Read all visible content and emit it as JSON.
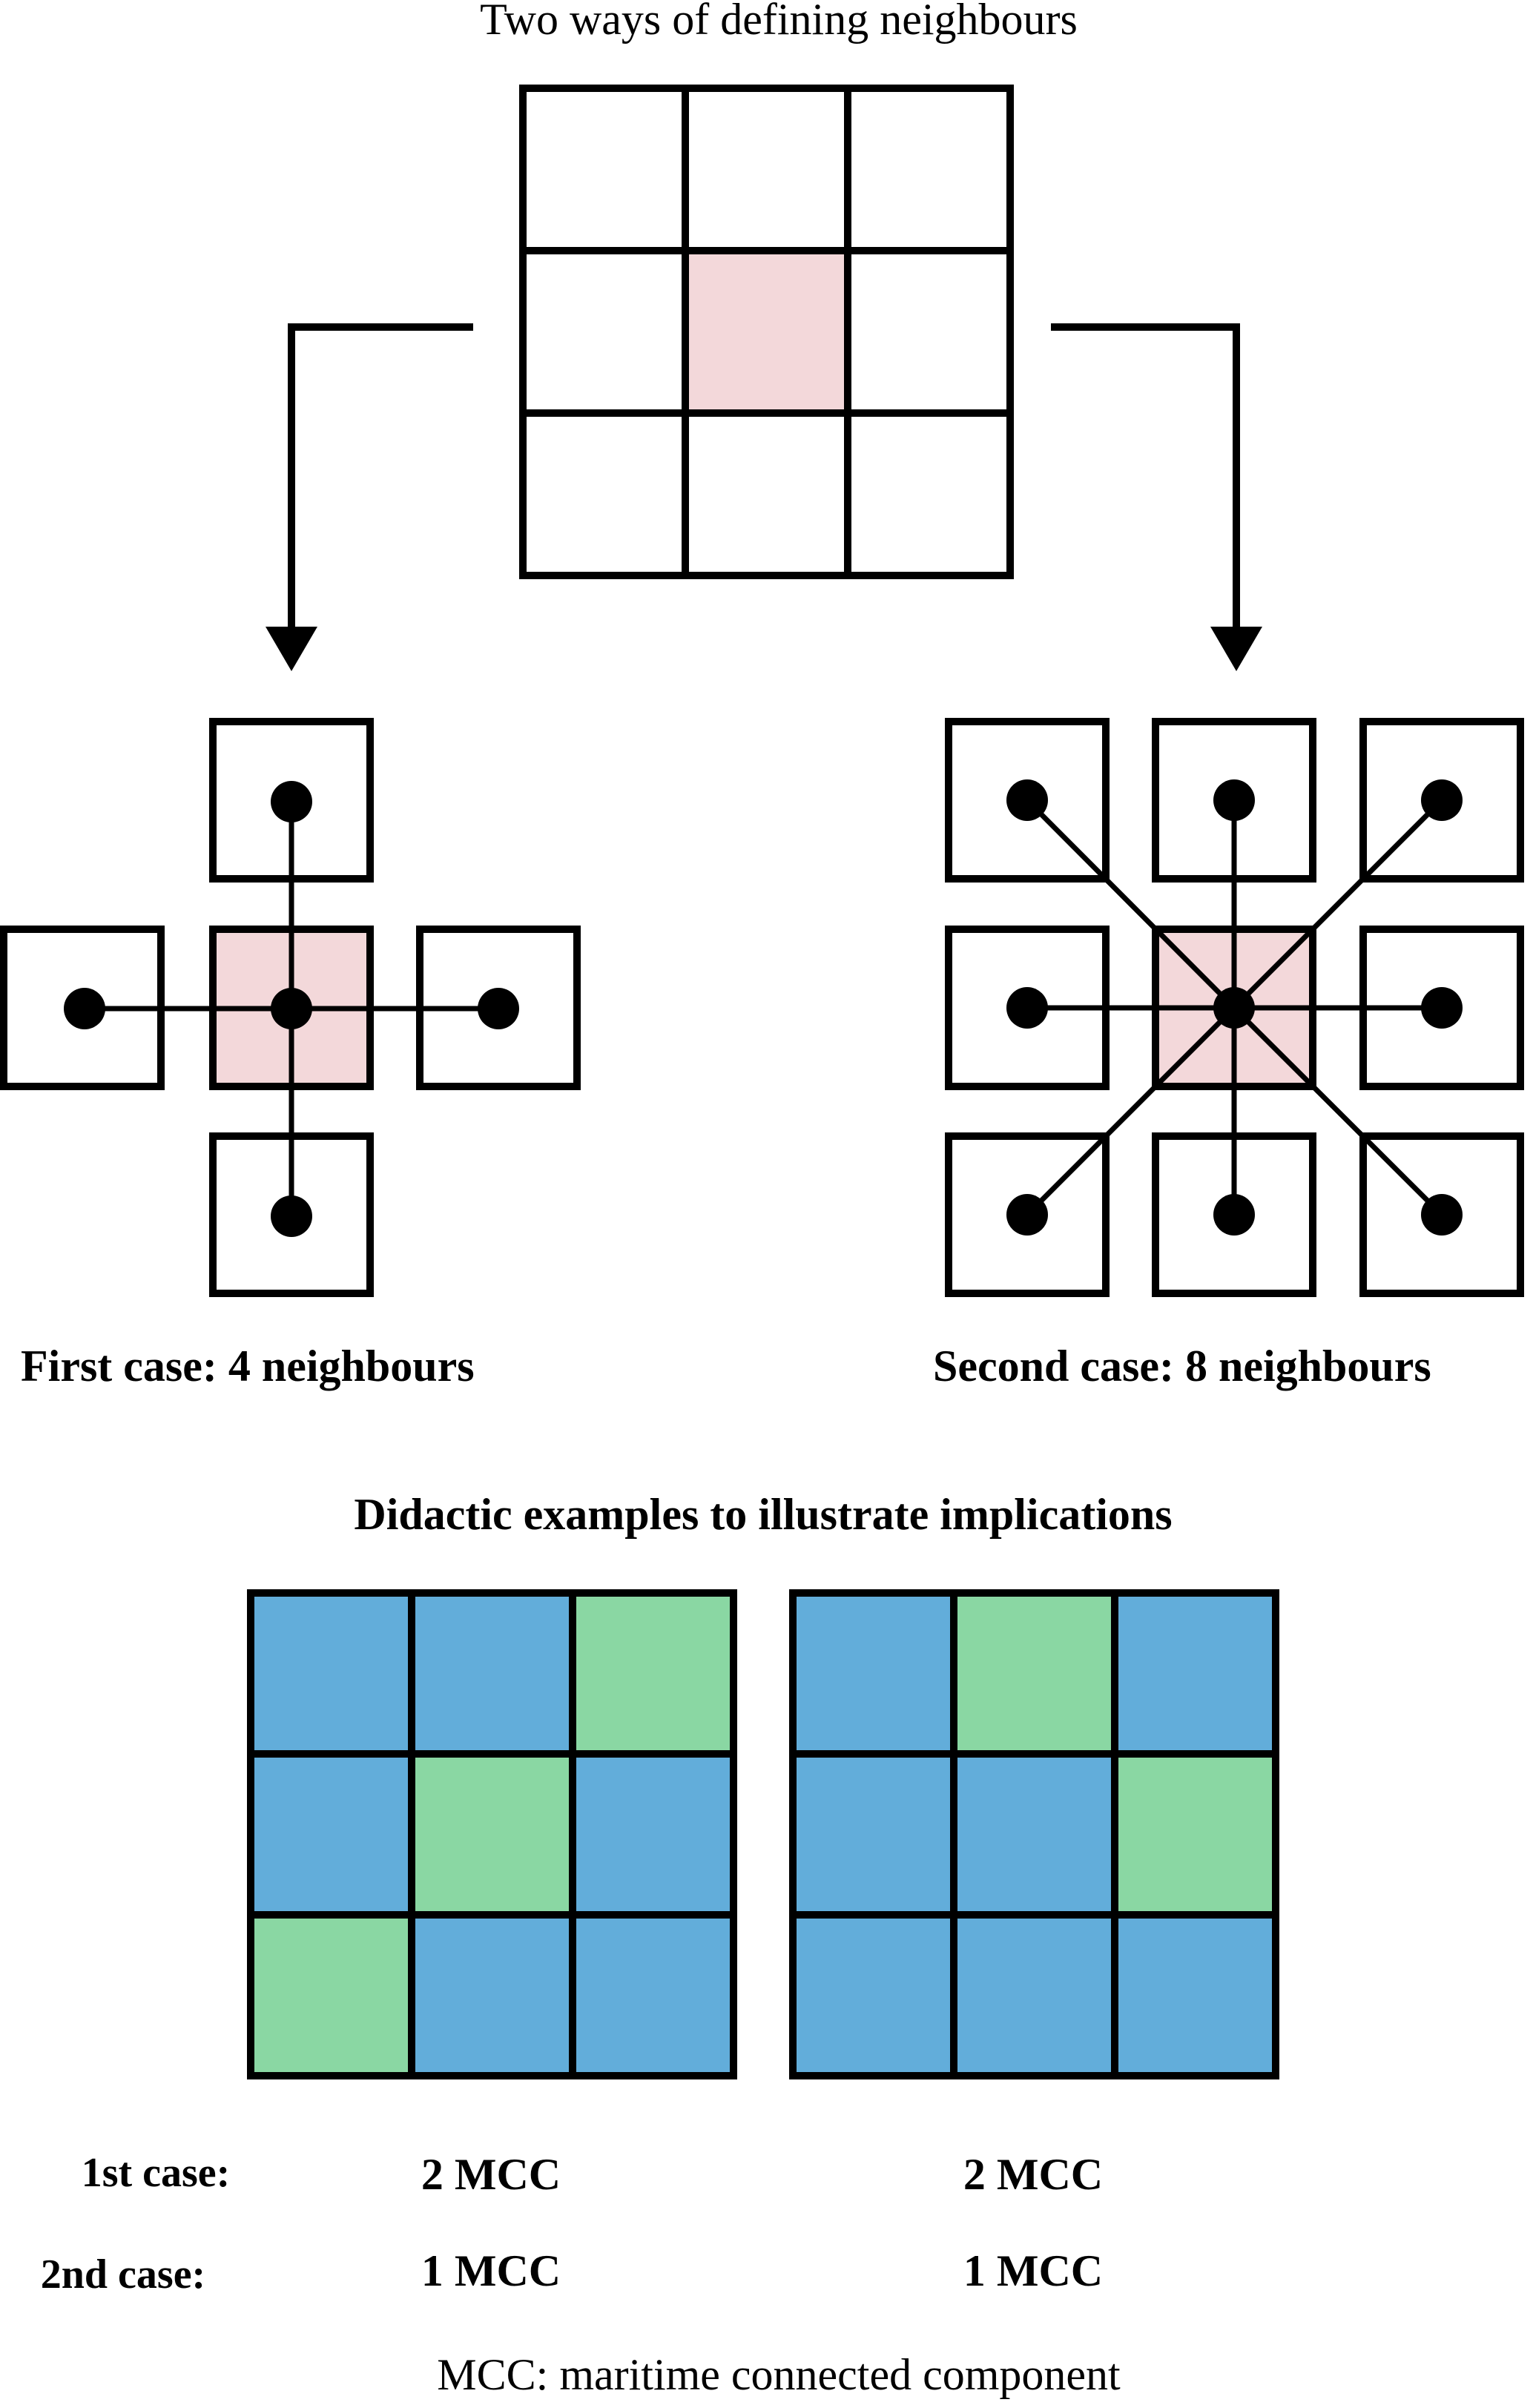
{
  "title": "Two ways of defining neighbours",
  "colors": {
    "center_cell": "#F3D8DA",
    "water": "#62ADDA",
    "land": "#8AD7A3",
    "stroke": "#000000"
  },
  "first_case": {
    "label": "First case: 4 neighbours",
    "neighbours": 4
  },
  "second_case": {
    "label": "Second case: 8 neighbours",
    "neighbours": 8
  },
  "examples": {
    "title": "Didactic examples to illustrate implications",
    "grids": [
      {
        "cells": [
          [
            "water",
            "water",
            "land"
          ],
          [
            "water",
            "land",
            "water"
          ],
          [
            "land",
            "water",
            "water"
          ]
        ]
      },
      {
        "cells": [
          [
            "water",
            "land",
            "water"
          ],
          [
            "water",
            "water",
            "land"
          ],
          [
            "water",
            "water",
            "water"
          ]
        ]
      }
    ],
    "rows": [
      {
        "label": "1st case:",
        "values": [
          "2 MCC",
          "2 MCC"
        ]
      },
      {
        "label": "2nd case:",
        "values": [
          "1 MCC",
          "1 MCC"
        ]
      }
    ]
  },
  "footnote": "MCC: maritime connected component"
}
